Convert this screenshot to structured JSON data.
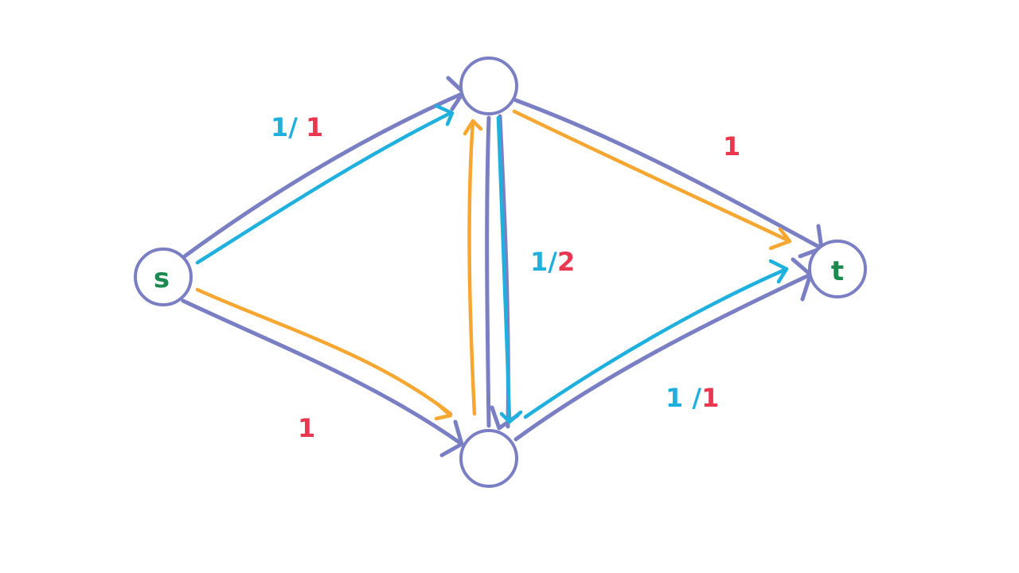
{
  "colors": {
    "edge": "#7a7fc4",
    "flow_blue": "#1fb0de",
    "flow_orange": "#f5a732",
    "label_blue": "#1fb0de",
    "label_red": "#e8374e",
    "node_text": "#1b8a4f",
    "node_stroke": "#7a7fc4"
  },
  "nodes": {
    "s": {
      "label": "s"
    },
    "top": {
      "label": ""
    },
    "bottom": {
      "label": ""
    },
    "t": {
      "label": "t"
    }
  },
  "edge_labels": {
    "s_top": {
      "flow": "1/",
      "capacity": "1"
    },
    "top_t": {
      "flow": "",
      "capacity": "1"
    },
    "top_bottom": {
      "flow": "1/",
      "capacity": "2"
    },
    "s_bottom": {
      "flow": "",
      "capacity": "1"
    },
    "bottom_t": {
      "flow": "1 /",
      "capacity": "1"
    }
  }
}
